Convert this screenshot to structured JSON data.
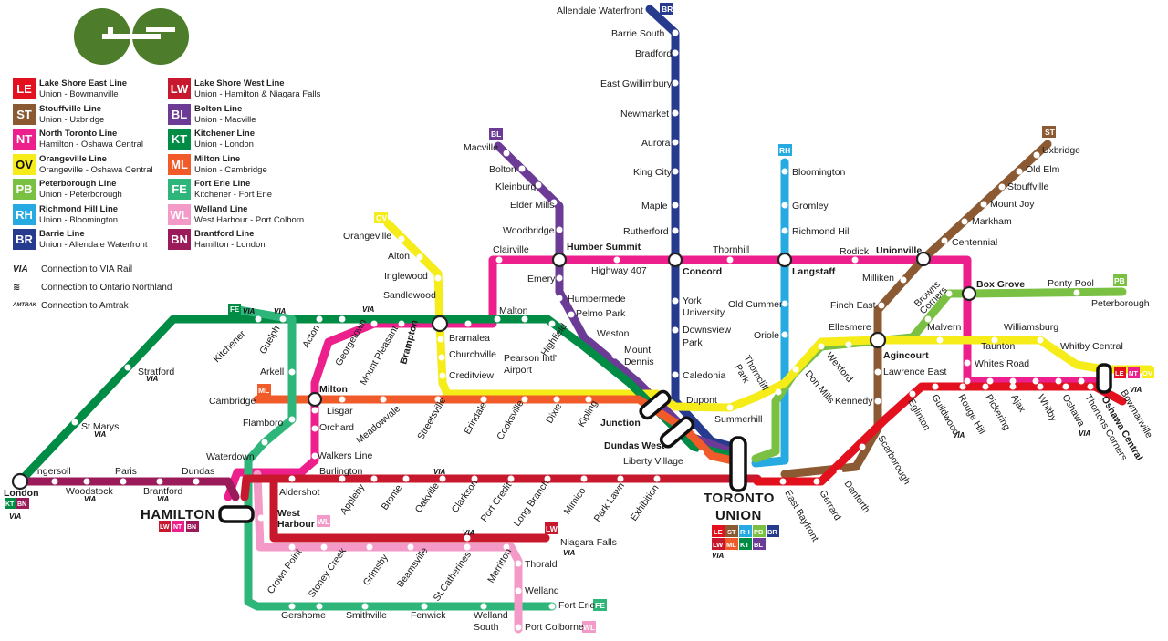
{
  "lines": [
    {
      "code": "LE",
      "name": "Lake Shore East Line",
      "route": "Union - Bowmanville",
      "color": "#e3101e",
      "text": "#ffffff"
    },
    {
      "code": "ST",
      "name": "Stouffville Line",
      "route": "Union - Uxbridge",
      "color": "#8b5a33",
      "text": "#ffffff"
    },
    {
      "code": "NT",
      "name": "North Toronto Line",
      "route": "Hamilton - Oshawa Central",
      "color": "#ec1f8c",
      "text": "#ffffff"
    },
    {
      "code": "OV",
      "name": "Orangeville Line",
      "route": "Orangeville - Oshawa Central",
      "color": "#f5ec1a",
      "text": "#111111"
    },
    {
      "code": "PB",
      "name": "Peterborough Line",
      "route": "Union - Peterborough",
      "color": "#79c043",
      "text": "#ffffff"
    },
    {
      "code": "RH",
      "name": "Richmond Hill Line",
      "route": "Union - Bloomington",
      "color": "#27a9e1",
      "text": "#ffffff"
    },
    {
      "code": "BR",
      "name": "Barrie Line",
      "route": "Union - Allendale Waterfront",
      "color": "#263a8e",
      "text": "#ffffff"
    },
    {
      "code": "LW",
      "name": "Lake Shore West Line",
      "route": "Union - Hamilton & Niagara Falls",
      "color": "#c8182d",
      "text": "#ffffff"
    },
    {
      "code": "BL",
      "name": "Bolton Line",
      "route": "Union - Macville",
      "color": "#6b3b96",
      "text": "#ffffff"
    },
    {
      "code": "KT",
      "name": "Kitchener Line",
      "route": "Union - London",
      "color": "#008c45",
      "text": "#ffffff"
    },
    {
      "code": "ML",
      "name": "Milton Line",
      "route": "Union - Cambridge",
      "color": "#f15a29",
      "text": "#ffffff"
    },
    {
      "code": "FE",
      "name": "Fort Erie Line",
      "route": "Kitchener - Fort Erie",
      "color": "#2db57a",
      "text": "#ffffff"
    },
    {
      "code": "WL",
      "name": "Welland Line",
      "route": "West Harbour - Port Colborn",
      "color": "#f49ac8",
      "text": "#ffffff"
    },
    {
      "code": "BN",
      "name": "Brantford Line",
      "route": "Hamilton - London",
      "color": "#9b1b5a",
      "text": "#ffffff"
    }
  ],
  "connections": [
    {
      "icon": "VIA",
      "label": "Connection to VIA Rail"
    },
    {
      "icon": "ON",
      "label": "Connection to Ontario Northland"
    },
    {
      "icon": "AMTRAK",
      "label": "Connection to Amtrak"
    }
  ],
  "via_mark": "VIA",
  "hubs": {
    "union": [
      "TORONTO",
      "UNION"
    ],
    "hamilton": "HAMILTON",
    "london": "London",
    "oshawa": "Oshawa Central",
    "west_harbour": [
      "West",
      "Harbour"
    ]
  },
  "stations": {
    "barrie": [
      "Allendale Waterfront",
      "Barrie South",
      "Bradford",
      "East Gwillimbury",
      "Newmarket",
      "Aurora",
      "King City",
      "Maple",
      "Rutherford",
      "Concord",
      "York",
      "University",
      "Downsview",
      "Park",
      "Caledonia"
    ],
    "bolton": [
      "Macville",
      "Bolton",
      "Kleinburg",
      "Elder Mills",
      "Woodbridge",
      "Humber Summit",
      "Emery",
      "Humbermede",
      "Pelmo Park",
      "Weston",
      "Mount",
      "Dennis"
    ],
    "richmond": [
      "Bloomington",
      "Gromley",
      "Richmond Hill",
      "Langstaff",
      "Old Cummer",
      "Oriole"
    ],
    "stouffville": [
      "Uxbridge",
      "Old Elm",
      "Stouffville",
      "Mount Joy",
      "Markham",
      "Centennial",
      "Unionville",
      "Milliken",
      "Finch East",
      "Agincourt",
      "Lawrence East",
      "Kennedy",
      "Danforth"
    ],
    "peterborough": [
      "Box Grove",
      "Ponty Pool",
      "Peterborough",
      "Browns",
      "Corners",
      "Malvern",
      "Ellesmere",
      "Wexford",
      "Don Mills",
      "Thorncliff",
      "Park"
    ],
    "north_toronto": [
      "Clairville",
      "Highway 407",
      "Thornhill",
      "Rodick",
      "Whites Road"
    ],
    "orangeville": [
      "Orangeville",
      "Alton",
      "Inglewood",
      "Sandlewood",
      "Brampton",
      "Bramalea",
      "Churchville",
      "Creditview",
      "Dupont",
      "Summerhill",
      "Taunton",
      "Williamsburg",
      "Whitby Central"
    ],
    "kitchener": [
      "Kitchener",
      "Guelph",
      "Acton",
      "Georgetown",
      "Mount Pleasant",
      "Malton",
      "Pearson Intl'",
      "Airport",
      "Highfield",
      "Stratford",
      "St.Marys",
      "Junction",
      "Dundas West",
      "Liberty Village"
    ],
    "milton": [
      "Cambridge",
      "Milton",
      "Lisgar",
      "Meadowvale",
      "Streetsville",
      "Erindale",
      "Cooksville",
      "Dixie",
      "Kipling"
    ],
    "fort_erie": [
      "Arkell",
      "Flamboro",
      "Waterdown",
      "Crown Point",
      "Stoney Creek",
      "Grimsby",
      "Beamsville",
      "St.Catherines",
      "Merritton",
      "Gershome",
      "Smithville",
      "Fenwick",
      "Welland",
      "South",
      "Fort Erie"
    ],
    "welland": [
      "Thorald",
      "Welland",
      "Port Colborne"
    ],
    "lakeshore_west": [
      "Orchard",
      "Walkers Line",
      "Burlington",
      "Aldershot",
      "Appleby",
      "Bronte",
      "Oakville",
      "Clarkson",
      "Port Credit",
      "Long Branch",
      "Mimico",
      "Park Lawn",
      "Exhibition",
      "Niagara Falls"
    ],
    "brantford": [
      "Ingersoll",
      "Woodstock",
      "Paris",
      "Brantford",
      "Dundas"
    ],
    "lakeshore_east": [
      "East Bayfront",
      "Gerrard",
      "Scarborough",
      "Eglinton",
      "Guildwood",
      "Rouge Hill",
      "Pickering",
      "Ajax",
      "Whitby",
      "Oshawa",
      "Thortons Corners",
      "Bowmanville"
    ]
  }
}
